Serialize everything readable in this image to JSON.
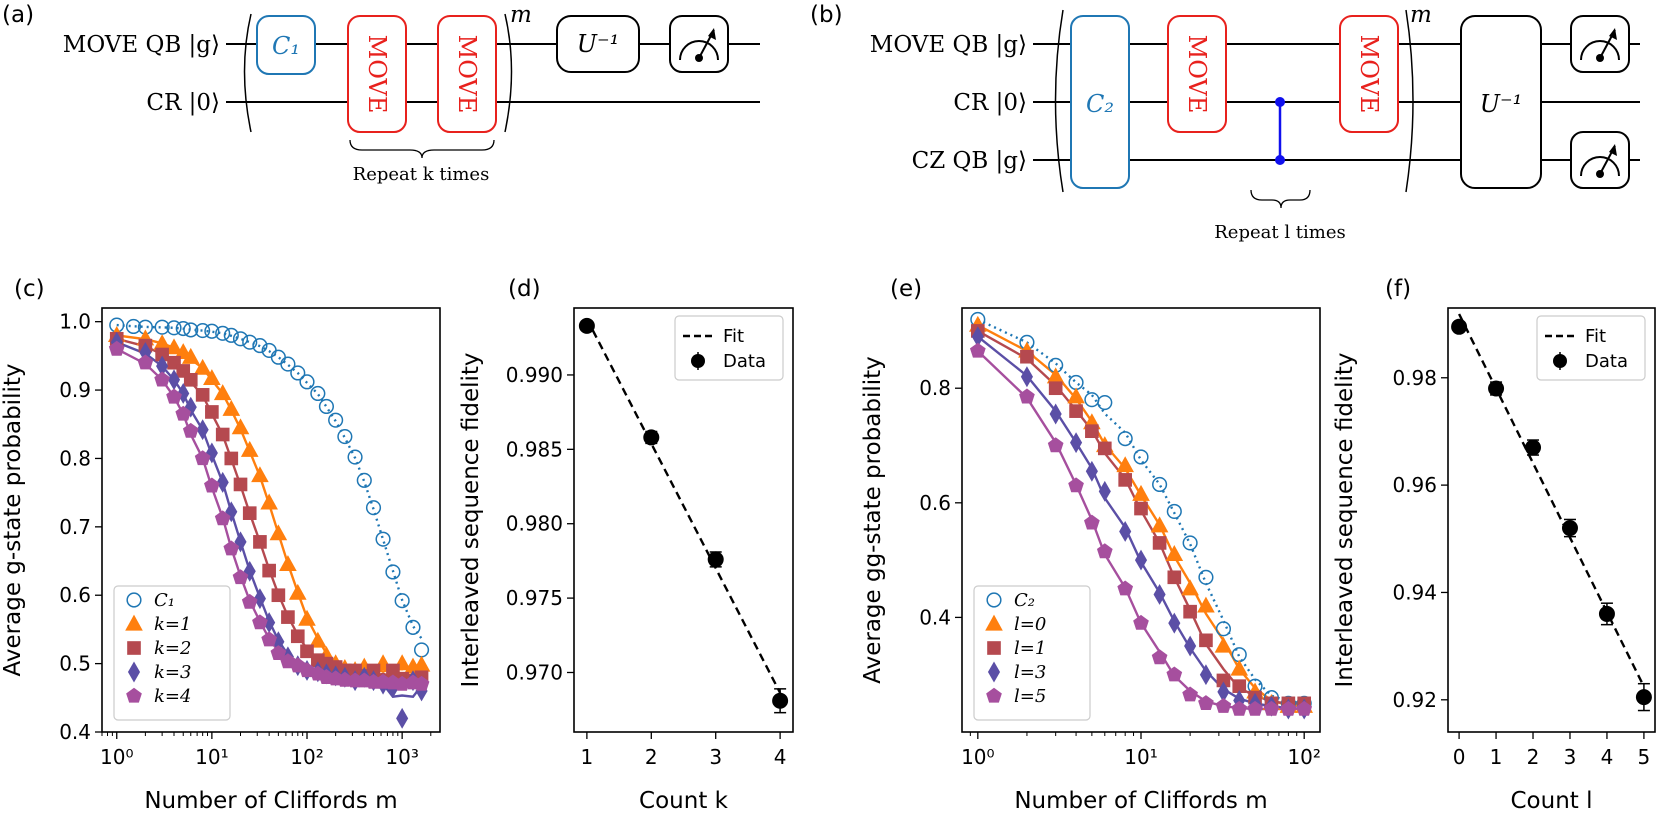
{
  "panels": {
    "a": "(a)",
    "b": "(b)",
    "c": "(c)",
    "d": "(d)",
    "e": "(e)",
    "f": "(f)"
  },
  "circuit_a": {
    "wires": [
      "MOVE QB |g⟩",
      "CR |0⟩"
    ],
    "clifford": "C₁",
    "move": "MOVE",
    "inverse": "U⁻¹",
    "exponent": "m",
    "repeat": "Repeat k times"
  },
  "circuit_b": {
    "wires": [
      "MOVE QB |g⟩",
      "CR |0⟩",
      "CZ QB |g⟩"
    ],
    "clifford": "C₂",
    "move": "MOVE",
    "inverse": "U⁻¹",
    "exponent": "m",
    "repeat": "Repeat l times"
  },
  "chart_data": [
    {
      "panel": "c",
      "type": "scatter",
      "xlabel": "Number of Cliffords m",
      "ylabel": "Average g-state probability",
      "xscale": "log",
      "xlim": [
        0.7,
        2500
      ],
      "ylim": [
        0.4,
        1.02
      ],
      "xticks": [
        "10⁰",
        "10¹",
        "10²",
        "10³"
      ],
      "yticks": [
        "0.4",
        "0.5",
        "0.6",
        "0.7",
        "0.8",
        "0.9",
        "1.0"
      ],
      "legend_position": "lower-left",
      "series": [
        {
          "name": "C₁",
          "color": "#1f77b4",
          "marker": "circle-open",
          "fit": "dotted",
          "x": [
            1,
            1.5,
            2,
            3,
            4,
            5,
            6,
            8,
            10,
            13,
            16,
            20,
            25,
            32,
            40,
            50,
            63,
            80,
            100,
            130,
            160,
            200,
            250,
            320,
            400,
            500,
            630,
            800,
            1000,
            1300,
            1600
          ],
          "y": [
            0.995,
            0.993,
            0.992,
            0.992,
            0.991,
            0.99,
            0.988,
            0.987,
            0.986,
            0.983,
            0.98,
            0.975,
            0.97,
            0.965,
            0.958,
            0.948,
            0.938,
            0.925,
            0.912,
            0.895,
            0.876,
            0.856,
            0.832,
            0.802,
            0.768,
            0.728,
            0.682,
            0.634,
            0.592,
            0.553,
            0.52
          ]
        },
        {
          "name": "k=1",
          "color": "#ff7f0e",
          "marker": "triangle",
          "fit": "solid",
          "x": [
            1,
            2,
            3,
            4,
            5,
            6,
            8,
            10,
            13,
            16,
            20,
            25,
            32,
            40,
            50,
            63,
            80,
            100,
            130,
            160,
            200,
            250,
            320,
            400,
            500,
            630,
            800,
            1000,
            1300,
            1600
          ],
          "y": [
            0.98,
            0.975,
            0.968,
            0.962,
            0.955,
            0.948,
            0.932,
            0.917,
            0.895,
            0.872,
            0.845,
            0.812,
            0.775,
            0.735,
            0.69,
            0.645,
            0.603,
            0.565,
            0.533,
            0.512,
            0.5,
            0.493,
            0.49,
            0.495,
            0.485,
            0.5,
            0.48,
            0.5,
            0.495,
            0.498
          ]
        },
        {
          "name": "k=2",
          "color": "#b5494f",
          "marker": "square",
          "fit": "solid",
          "x": [
            1,
            2,
            3,
            4,
            5,
            6,
            8,
            10,
            13,
            16,
            20,
            25,
            32,
            40,
            50,
            63,
            80,
            100,
            130,
            160,
            200,
            250,
            320,
            400,
            500,
            630,
            800,
            1000,
            1300,
            1600
          ],
          "y": [
            0.975,
            0.965,
            0.952,
            0.94,
            0.928,
            0.915,
            0.893,
            0.868,
            0.835,
            0.8,
            0.762,
            0.72,
            0.678,
            0.636,
            0.6,
            0.568,
            0.54,
            0.518,
            0.505,
            0.5,
            0.495,
            0.49,
            0.49,
            0.482,
            0.49,
            0.475,
            0.49,
            0.478,
            0.475,
            0.48
          ]
        },
        {
          "name": "k=3",
          "color": "#5b4fa6",
          "marker": "diamond",
          "fit": "solid",
          "x": [
            1,
            2,
            3,
            4,
            5,
            6,
            8,
            10,
            13,
            16,
            20,
            25,
            32,
            40,
            50,
            63,
            80,
            100,
            130,
            160,
            200,
            250,
            320,
            400,
            500,
            630,
            800,
            1000,
            1300,
            1600
          ],
          "y": [
            0.97,
            0.955,
            0.935,
            0.915,
            0.895,
            0.875,
            0.842,
            0.808,
            0.765,
            0.722,
            0.678,
            0.635,
            0.595,
            0.56,
            0.532,
            0.51,
            0.497,
            0.49,
            0.488,
            0.485,
            0.482,
            0.48,
            0.475,
            0.48,
            0.475,
            0.47,
            0.465,
            0.42,
            0.475,
            0.46
          ]
        },
        {
          "name": "k=4",
          "color": "#a64f9e",
          "marker": "pentagon",
          "fit": "solid",
          "x": [
            1,
            2,
            3,
            4,
            5,
            6,
            8,
            10,
            13,
            16,
            20,
            25,
            32,
            40,
            50,
            63,
            80,
            100,
            130,
            160,
            200,
            250,
            320,
            400,
            500,
            630,
            800,
            1000,
            1300,
            1600
          ],
          "y": [
            0.96,
            0.94,
            0.915,
            0.89,
            0.865,
            0.84,
            0.8,
            0.76,
            0.712,
            0.668,
            0.626,
            0.59,
            0.56,
            0.535,
            0.515,
            0.503,
            0.497,
            0.49,
            0.485,
            0.48,
            0.478,
            0.476,
            0.475,
            0.475,
            0.473,
            0.473,
            0.472,
            0.47,
            0.472,
            0.47
          ]
        }
      ]
    },
    {
      "panel": "d",
      "type": "scatter",
      "xlabel": "Count k",
      "ylabel": "Interleaved sequence fidelity",
      "xlim": [
        0.8,
        4.2
      ],
      "ylim": [
        0.966,
        0.9945
      ],
      "xticks": [
        "1",
        "2",
        "3",
        "4"
      ],
      "yticks": [
        "0.970",
        "0.975",
        "0.980",
        "0.985",
        "0.990"
      ],
      "legend_position": "top-right",
      "legend": [
        "Fit",
        "Data"
      ],
      "x": [
        1,
        2,
        3,
        4
      ],
      "y": [
        0.9933,
        0.9858,
        0.9776,
        0.9681
      ],
      "yerr": [
        0.0003,
        0.0004,
        0.0005,
        0.0008
      ]
    },
    {
      "panel": "e",
      "type": "scatter",
      "xlabel": "Number of Cliffords m",
      "ylabel": "Average gg-state probability",
      "xscale": "log",
      "xlim": [
        0.8,
        125
      ],
      "ylim": [
        0.2,
        0.94
      ],
      "xticks": [
        "10⁰",
        "10¹",
        "10²"
      ],
      "yticks": [
        "0.4",
        "0.6",
        "0.8"
      ],
      "legend_position": "lower-left",
      "series": [
        {
          "name": "C₂",
          "color": "#1f77b4",
          "marker": "circle-open",
          "fit": "dotted",
          "x": [
            1,
            2,
            3,
            4,
            5,
            6,
            8,
            10,
            13,
            16,
            20,
            25,
            32,
            40,
            50,
            63,
            80,
            100
          ],
          "y": [
            0.92,
            0.88,
            0.84,
            0.81,
            0.78,
            0.775,
            0.712,
            0.68,
            0.632,
            0.585,
            0.53,
            0.47,
            0.38,
            0.335,
            0.28,
            0.26,
            0.25,
            0.25
          ]
        },
        {
          "name": "l=0",
          "color": "#ff7f0e",
          "marker": "triangle",
          "fit": "solid",
          "x": [
            1,
            2,
            3,
            4,
            5,
            6,
            8,
            10,
            13,
            16,
            20,
            25,
            32,
            40,
            50,
            63,
            80,
            100
          ],
          "y": [
            0.91,
            0.865,
            0.82,
            0.785,
            0.74,
            0.7,
            0.665,
            0.615,
            0.56,
            0.51,
            0.45,
            0.42,
            0.35,
            0.31,
            0.27,
            0.25,
            0.245,
            0.245
          ]
        },
        {
          "name": "l=1",
          "color": "#b5494f",
          "marker": "square",
          "fit": "solid",
          "x": [
            1,
            2,
            3,
            4,
            5,
            6,
            8,
            10,
            13,
            16,
            20,
            25,
            32,
            40,
            50,
            63,
            80,
            100
          ],
          "y": [
            0.9,
            0.855,
            0.8,
            0.76,
            0.725,
            0.695,
            0.64,
            0.59,
            0.53,
            0.47,
            0.41,
            0.36,
            0.29,
            0.28,
            0.26,
            0.25,
            0.25,
            0.25
          ]
        },
        {
          "name": "l=3",
          "color": "#5b4fa6",
          "marker": "diamond",
          "fit": "solid",
          "x": [
            1,
            2,
            3,
            4,
            5,
            6,
            8,
            10,
            13,
            16,
            20,
            25,
            32,
            40,
            50,
            63,
            80,
            100
          ],
          "y": [
            0.89,
            0.82,
            0.755,
            0.705,
            0.655,
            0.62,
            0.55,
            0.5,
            0.44,
            0.39,
            0.35,
            0.3,
            0.27,
            0.255,
            0.25,
            0.245,
            0.24,
            0.24
          ]
        },
        {
          "name": "l=5",
          "color": "#a64f9e",
          "marker": "pentagon",
          "fit": "solid",
          "x": [
            1,
            2,
            3,
            4,
            5,
            6,
            8,
            10,
            13,
            16,
            20,
            25,
            32,
            40,
            50,
            63,
            80,
            100
          ],
          "y": [
            0.865,
            0.785,
            0.7,
            0.63,
            0.565,
            0.515,
            0.45,
            0.39,
            0.33,
            0.3,
            0.265,
            0.25,
            0.245,
            0.24,
            0.24,
            0.24,
            0.24,
            0.24
          ]
        }
      ]
    },
    {
      "panel": "f",
      "type": "scatter",
      "xlabel": "Count l",
      "ylabel": "Interleaved sequence fidelity",
      "xlim": [
        -0.3,
        5.3
      ],
      "ylim": [
        0.914,
        0.993
      ],
      "xticks": [
        "0",
        "1",
        "2",
        "3",
        "4",
        "5"
      ],
      "yticks": [
        "0.92",
        "0.94",
        "0.96",
        "0.98"
      ],
      "legend_position": "top-right",
      "legend": [
        "Fit",
        "Data"
      ],
      "x": [
        0,
        1,
        2,
        3,
        4,
        5
      ],
      "y": [
        0.9895,
        0.978,
        0.967,
        0.952,
        0.936,
        0.9205
      ],
      "yerr": [
        0.0008,
        0.0012,
        0.0014,
        0.0016,
        0.002,
        0.0025
      ]
    }
  ]
}
